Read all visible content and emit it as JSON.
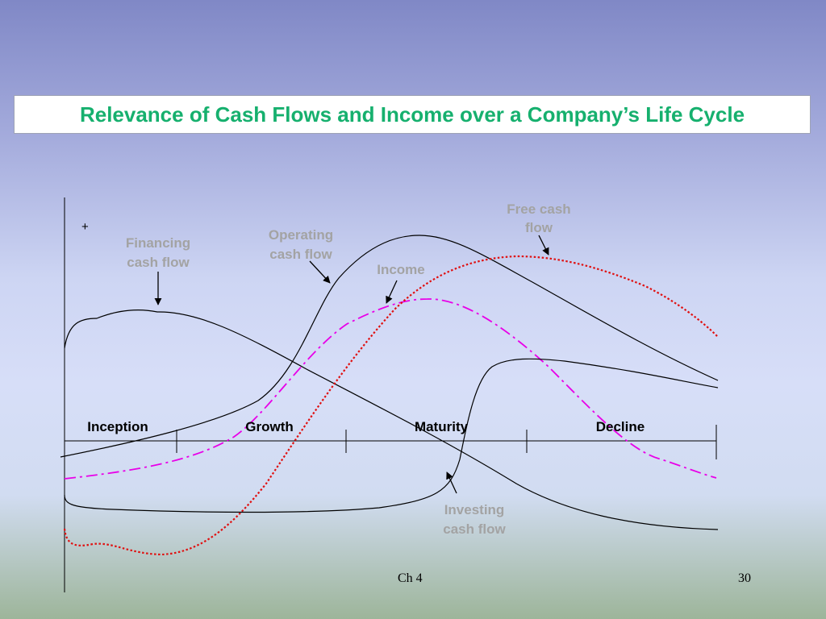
{
  "slide": {
    "title": "Relevance of Cash Flows and Income over a Company’s Life Cycle",
    "footer_left": "Ch 4",
    "page_number": "30"
  },
  "diagram": {
    "plus_sign": "+",
    "stages": [
      "Inception",
      "Growth",
      "Maturity",
      "Decline"
    ],
    "curve_labels": {
      "financing": [
        "Financing",
        "cash flow"
      ],
      "operating": [
        "Operating",
        "cash flow"
      ],
      "income": [
        "Income"
      ],
      "free_cash": [
        "Free cash",
        "flow"
      ],
      "investing": [
        "Investing",
        "cash flow"
      ]
    },
    "colors": {
      "title": "#16b06e",
      "label_gray": "#a3a3a3",
      "income_curve": "#e800e8",
      "free_cash_curve": "#e01010",
      "solid_curves": "#000000"
    }
  }
}
